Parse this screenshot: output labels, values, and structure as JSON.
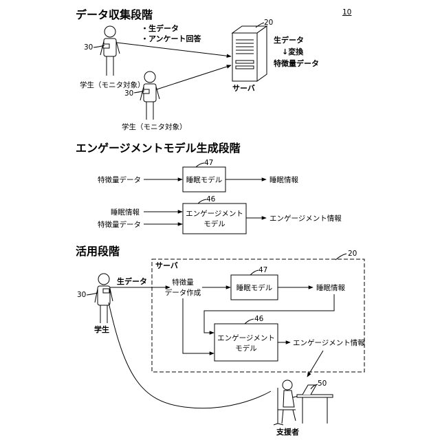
{
  "figure_number": "10",
  "stage1": {
    "title": "データ収集段階",
    "raw_data_bullet": "・生データ",
    "survey_bullet": "・アンケート回答",
    "student_ref_a": "30",
    "student_ref_b": "30",
    "student_label_a": "学生（モニタ対象）",
    "student_label_b": "学生（モニタ対象）",
    "server_ref": "20",
    "server_label": "サーバ",
    "server_note_raw": "生データ",
    "server_note_convert": "↓変換",
    "server_note_feature": "特徴量データ"
  },
  "stage2": {
    "title": "エンゲージメントモデル生成段階",
    "sleep_model_ref": "47",
    "sleep_model_label": "睡眠モデル",
    "input_feature_1": "特徴量データ",
    "output_sleep": "睡眠情報",
    "engagement_model_ref": "46",
    "engagement_model_line1": "エンゲージメント",
    "engagement_model_line2": "モデル",
    "input_sleep": "睡眠情報",
    "input_feature_2": "特徴量データ",
    "output_engagement": "エンゲージメント情報"
  },
  "stage3": {
    "title": "活用段階",
    "server_box_ref": "20",
    "server_box_label": "サーバ",
    "student_ref": "30",
    "student_label": "学生",
    "raw_data": "生データ",
    "feature_create_line1": "特徴量",
    "feature_create_line2": "データ作成",
    "sleep_model_ref": "47",
    "sleep_model_label": "睡眠モデル",
    "output_sleep": "睡眠情報",
    "engagement_model_ref": "46",
    "engagement_model_line1": "エンゲージメント",
    "engagement_model_line2": "モデル",
    "output_engagement": "エンゲージメント情報",
    "supporter_ref": "50",
    "supporter_label": "支援者"
  }
}
